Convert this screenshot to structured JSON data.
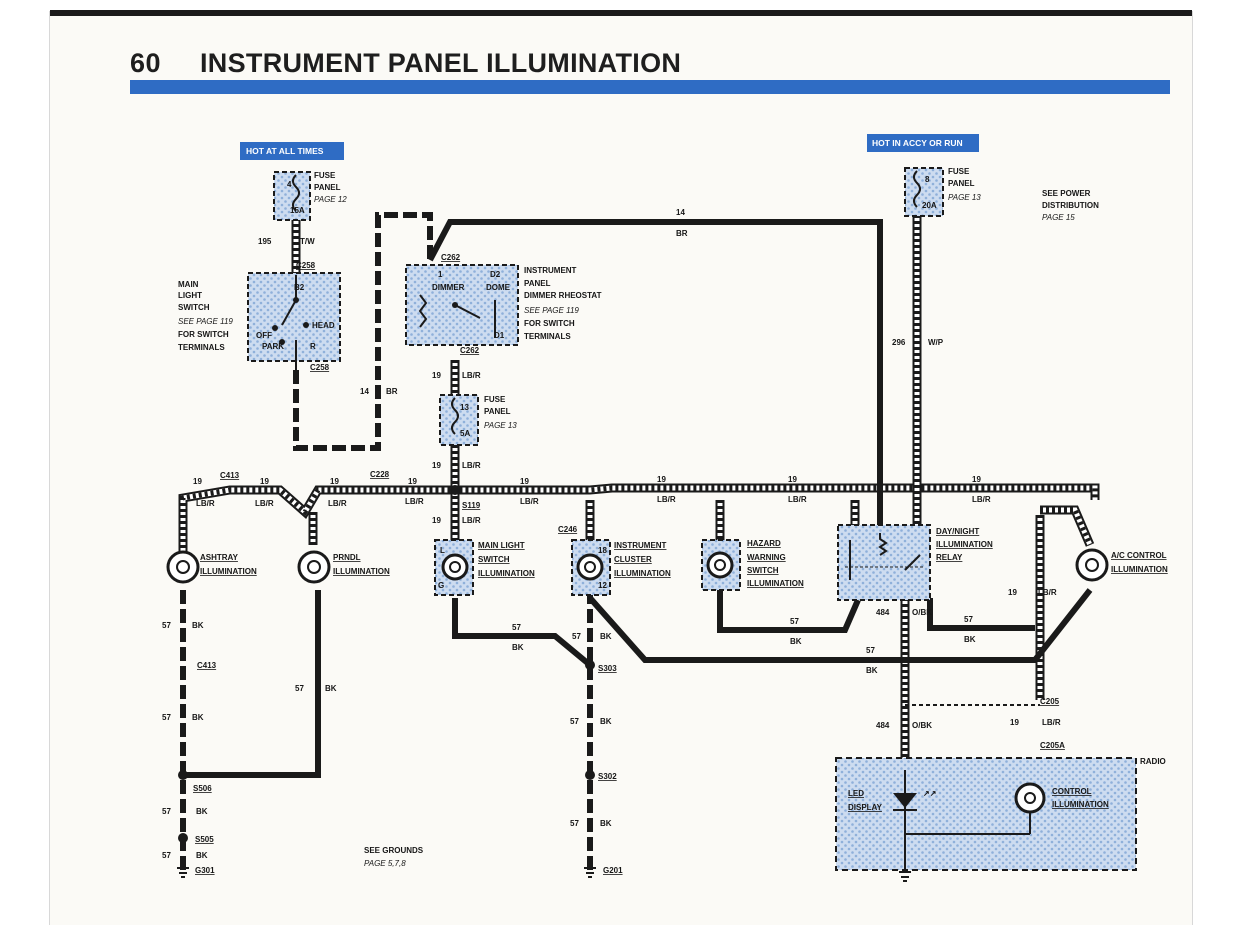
{
  "header": {
    "page_number": "60",
    "title": "INSTRUMENT PANEL ILLUMINATION"
  },
  "labels": {
    "hot_at_all_times": "HOT AT ALL TIMES",
    "hot_in_accy_or_run": "HOT IN ACCY OR RUN",
    "see_power": [
      "SEE POWER",
      "DISTRIBUTION",
      "PAGE 15"
    ],
    "see_grounds": [
      "SEE GROUNDS",
      "PAGE 5,7,8"
    ]
  },
  "fuses": {
    "left": {
      "number": "4",
      "amps": "15A",
      "label": [
        "FUSE",
        "PANEL",
        "PAGE 12"
      ]
    },
    "middle": {
      "number": "13",
      "amps": "5A",
      "label": [
        "FUSE",
        "PANEL",
        "PAGE 13"
      ]
    },
    "right": {
      "number": "8",
      "amps": "20A",
      "label": [
        "FUSE",
        "PANEL",
        "PAGE 13"
      ]
    }
  },
  "components": {
    "main_light_switch": {
      "label": [
        "MAIN",
        "LIGHT",
        "SWITCH",
        "SEE PAGE 119",
        "FOR SWITCH",
        "TERMINALS"
      ],
      "terminals": [
        "B2",
        "HEAD",
        "OFF",
        "PARK",
        "R"
      ]
    },
    "dimmer": {
      "label": [
        "INSTRUMENT",
        "PANEL",
        "DIMMER RHEOSTAT",
        "SEE PAGE 119",
        "FOR SWITCH",
        "TERMINALS"
      ],
      "terminals": [
        "1",
        "DIMMER",
        "D2",
        "DOME",
        "D1"
      ]
    },
    "ashtray": [
      "ASHTRAY",
      "ILLUMINATION"
    ],
    "prndl": [
      "PRNDL",
      "ILLUMINATION"
    ],
    "main_light_switch_illum": [
      "MAIN LIGHT",
      "SWITCH",
      "ILLUMINATION"
    ],
    "cluster": [
      "INSTRUMENT",
      "CLUSTER",
      "ILLUMINATION"
    ],
    "hazard": [
      "HAZARD",
      "WARNING",
      "SWITCH",
      "ILLUMINATION"
    ],
    "relay": [
      "DAY/NIGHT",
      "ILLUMINATION",
      "RELAY"
    ],
    "ac_control": [
      "A/C CONTROL",
      "ILLUMINATION"
    ],
    "radio": "RADIO",
    "led_display": [
      "LED",
      "DISPLAY"
    ],
    "control_illum": [
      "CONTROL",
      "ILLUMINATION"
    ],
    "mls_terminal_l": "L",
    "mls_terminal_g": "G",
    "cluster_pins": [
      "18",
      "12"
    ]
  },
  "connectors": {
    "c258_top": "C258",
    "c258_bot": "C258",
    "c262_top": "C262",
    "c262_bot": "C262",
    "c413_top": "C413",
    "c413_mid": "C413",
    "c228": "C228",
    "c246": "C246",
    "s119": "S119",
    "s303": "S303",
    "s302": "S302",
    "s506": "S506",
    "s505": "S505",
    "g301": "G301",
    "g201": "G201",
    "c205": "C205",
    "c205a": "C205A"
  },
  "wires": {
    "w195": "195",
    "tw": "T/W",
    "w14": "14",
    "br": "BR",
    "w19": "19",
    "lbr": "LB/R",
    "w57": "57",
    "bk": "BK",
    "w296": "296",
    "wp": "W/P",
    "w484": "484",
    "obk": "O/BK"
  },
  "colors": {
    "accent_blue": "#2f6cc4",
    "wire": "#1a1a1a",
    "box_fill": "#c9d9ee",
    "page_bg": "#fbfaf6"
  }
}
